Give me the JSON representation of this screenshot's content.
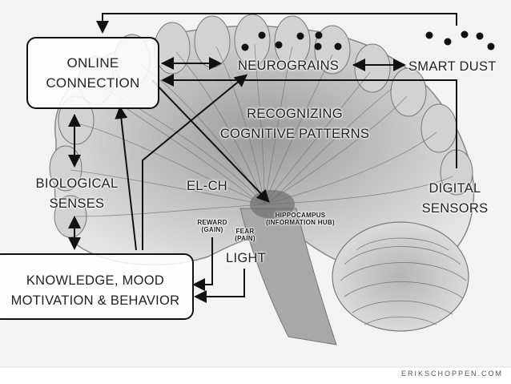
{
  "labels": {
    "online_connection_1": "ONLINE",
    "online_connection_2": "CONNECTION",
    "neurograins": "NEUROGRAINS",
    "smart_dust": "SMART DUST",
    "recognizing_1": "RECOGNIZING",
    "recognizing_2": "COGNITIVE PATTERNS",
    "biological_1": "BIOLOGICAL",
    "biological_2": "SENSES",
    "el_ch": "EL-CH",
    "digital_1": "DIGITAL",
    "digital_2": "SENSORS",
    "reward_1": "REWARD",
    "reward_2": "(GAIN)",
    "fear_1": "FEAR",
    "fear_2": "(PAIN)",
    "hippocampus_1": "HIPPOCAMPUS",
    "hippocampus_2": "(INFORMATION HUB)",
    "light": "LIGHT",
    "knowledge_1": "KNOWLEDGE, MOOD",
    "knowledge_2": "MOTIVATION & BEHAVIOR"
  },
  "footer": "ERIKSCHOPPEN.COM"
}
